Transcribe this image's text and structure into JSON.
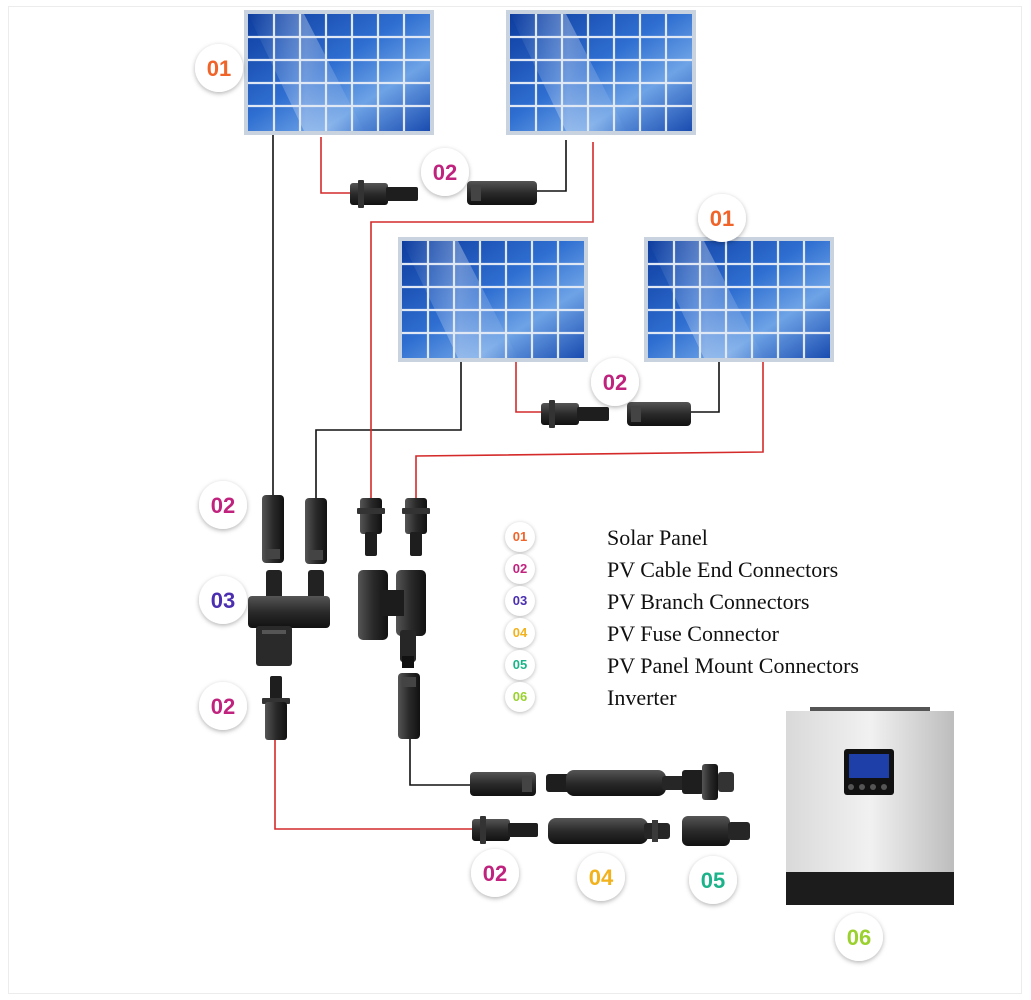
{
  "diagram": {
    "panel_badge": "01",
    "cable_connector_badge": "02",
    "branch_connector_badge": "03",
    "fuse_connector_badge": "04",
    "mount_connector_badge": "05",
    "inverter_badge": "06"
  },
  "legend": {
    "items": [
      {
        "number": "01",
        "label": "Solar Panel",
        "color": "#f0642a"
      },
      {
        "number": "02",
        "label": "PV Cable End Connectors",
        "color": "#c0237e"
      },
      {
        "number": "03",
        "label": "PV Branch Connectors",
        "color": "#4b2fb0"
      },
      {
        "number": "04",
        "label": "PV Fuse Connector",
        "color": "#f2b21c"
      },
      {
        "number": "05",
        "label": "PV Panel Mount Connectors",
        "color": "#1db38a"
      },
      {
        "number": "06",
        "label": "Inverter",
        "color": "#9ad12e"
      }
    ]
  },
  "colors": {
    "positive_wire": "#d42a2a",
    "negative_wire": "#111111",
    "panel_cell": "#1f55b8",
    "panel_frame": "#c9d3df",
    "connector_body": "#2b2b2b",
    "inverter_body": "#c9c9c9",
    "inverter_base": "#222222"
  }
}
